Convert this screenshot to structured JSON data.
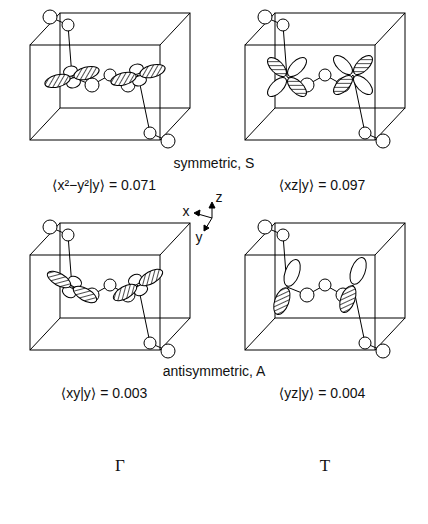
{
  "diagram": {
    "labels": [
      "symmetric, S",
      "⟨x²−y²|y⟩ = 0.071",
      "⟨xz|y⟩ = 0.097",
      "z",
      "x",
      "y",
      "antisymmetric, A",
      "⟨xy|y⟩ = 0.003",
      "⟨yz|y⟩ = 0.004",
      "Γ",
      "T"
    ]
  }
}
